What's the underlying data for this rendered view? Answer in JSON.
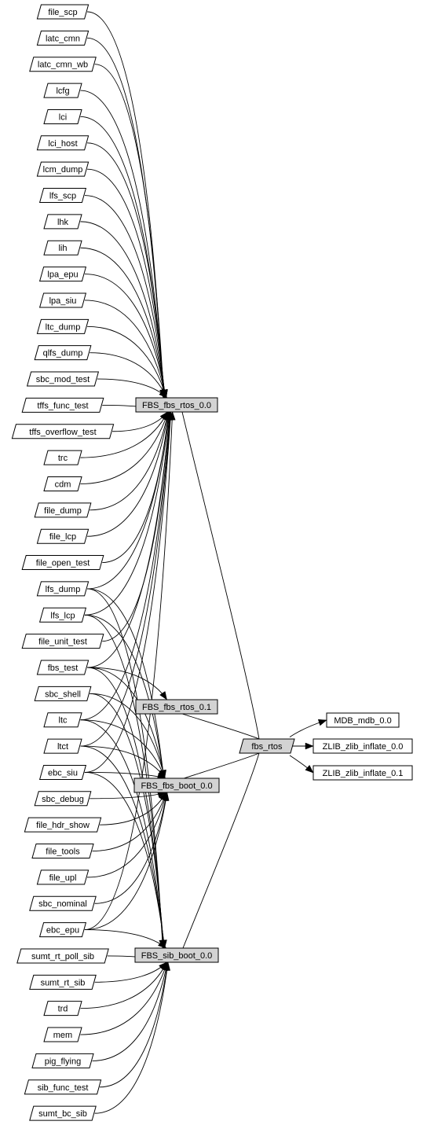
{
  "diagram": {
    "type": "dependency-graph",
    "colors": {
      "box_fill": "#d3d3d3",
      "outline": "#000000",
      "background": "#ffffff",
      "plain_fill": "#ffffff"
    },
    "packages": [
      "file_scp",
      "latc_cmn",
      "latc_cmn_wb",
      "lcfg",
      "lci",
      "lci_host",
      "lcm_dump",
      "lfs_scp",
      "lhk",
      "lih",
      "lpa_epu",
      "lpa_siu",
      "ltc_dump",
      "qlfs_dump",
      "sbc_mod_test",
      "tffs_func_test",
      "tffs_overflow_test",
      "trc",
      "cdm",
      "file_dump",
      "file_lcp",
      "file_open_test",
      "lfs_dump",
      "lfs_lcp",
      "file_unit_test",
      "fbs_test",
      "sbc_shell",
      "ltc",
      "ltct",
      "ebc_siu",
      "sbc_debug",
      "file_hdr_show",
      "file_tools",
      "file_upl",
      "sbc_nominal",
      "ebc_epu",
      "sumt_rt_poll_sib",
      "sumt_rt_sib",
      "trd",
      "mem",
      "pig_flying",
      "sib_func_test",
      "sumt_bc_sib"
    ],
    "constituents": [
      "FBS_fbs_rtos_0.0",
      "FBS_fbs_rtos_0.1",
      "FBS_fbs_boot_0.0",
      "FBS_sib_boot_0.0"
    ],
    "central": "fbs_rtos",
    "dependencies": [
      "MDB_mdb_0.0",
      "ZLIB_zlib_inflate_0.0",
      "ZLIB_zlib_inflate_0.1"
    ],
    "links": {
      "FBS_fbs_rtos_0.0": [
        "file_scp",
        "latc_cmn",
        "latc_cmn_wb",
        "lcfg",
        "lci",
        "lci_host",
        "lcm_dump",
        "lfs_scp",
        "lhk",
        "lih",
        "lpa_epu",
        "lpa_siu",
        "ltc_dump",
        "qlfs_dump",
        "sbc_mod_test",
        "tffs_func_test",
        "tffs_overflow_test",
        "trc",
        "cdm",
        "file_dump",
        "file_lcp",
        "file_open_test",
        "lfs_dump",
        "lfs_lcp",
        "file_unit_test",
        "fbs_test",
        "ltc",
        "ltct",
        "ebc_siu",
        "ebc_epu"
      ],
      "FBS_fbs_rtos_0.1": [
        "fbs_test"
      ],
      "FBS_fbs_boot_0.0": [
        "lfs_dump",
        "lfs_lcp",
        "fbs_test",
        "sbc_shell",
        "ltc",
        "ltct",
        "ebc_siu",
        "sbc_debug",
        "file_hdr_show",
        "file_tools",
        "file_upl",
        "sbc_nominal",
        "ebc_epu"
      ],
      "FBS_sib_boot_0.0": [
        "lfs_dump",
        "lfs_lcp",
        "fbs_test",
        "sbc_shell",
        "ltc",
        "ltct",
        "ebc_siu",
        "ebc_epu",
        "sumt_rt_poll_sib",
        "sumt_rt_sib",
        "trd",
        "mem",
        "pig_flying",
        "sib_func_test",
        "sumt_bc_sib"
      ]
    }
  }
}
